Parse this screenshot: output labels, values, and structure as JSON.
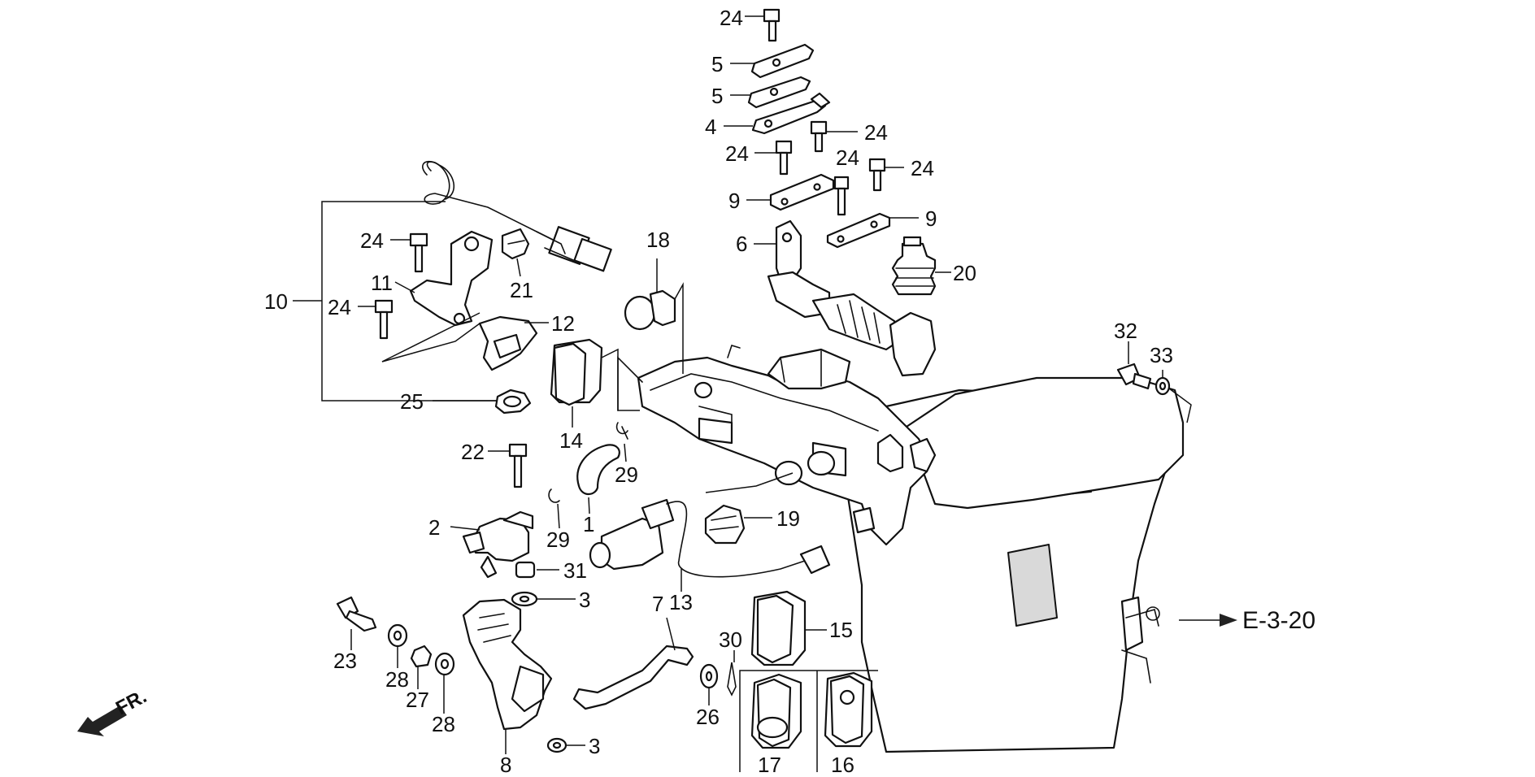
{
  "callouts": {
    "c1": "1",
    "c2": "2",
    "c3a": "3",
    "c3b": "3",
    "c4": "4",
    "c5a": "5",
    "c5b": "5",
    "c6": "6",
    "c7": "7",
    "c8": "8",
    "c9a": "9",
    "c9b": "9",
    "c10": "10",
    "c11": "11",
    "c12": "12",
    "c13": "13",
    "c14": "14",
    "c15": "15",
    "c16": "16",
    "c17": "17",
    "c18": "18",
    "c19": "19",
    "c20": "20",
    "c21": "21",
    "c22": "22",
    "c23": "23",
    "c24a": "24",
    "c24b": "24",
    "c24c": "24",
    "c24d": "24",
    "c24e": "24",
    "c24f": "24",
    "c24g": "24",
    "c25": "25",
    "c26": "26",
    "c27": "27",
    "c28a": "28",
    "c28b": "28",
    "c29a": "29",
    "c29b": "29",
    "c30": "30",
    "c31": "31",
    "c32": "32",
    "c33": "33"
  },
  "reference": "E-3-20",
  "direction": "FR."
}
